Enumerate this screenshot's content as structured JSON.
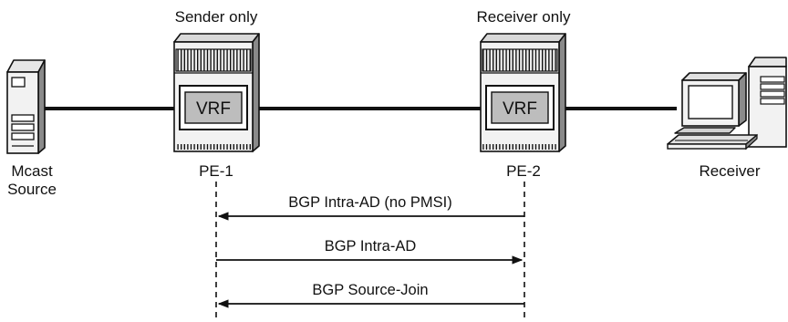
{
  "nodes": {
    "source": {
      "line1": "Mcast",
      "line2": "Source"
    },
    "pe1": {
      "role": "Sender only",
      "vrf": "VRF",
      "name": "PE-1"
    },
    "pe2": {
      "role": "Receiver only",
      "vrf": "VRF",
      "name": "PE-2"
    },
    "receiver": {
      "name": "Receiver"
    }
  },
  "messages": [
    {
      "label": "BGP Intra-AD (no PMSI)",
      "direction": "PE-2 to PE-1"
    },
    {
      "label": "BGP Intra-AD",
      "direction": "PE-1 to PE-2"
    },
    {
      "label": "BGP Source-Join",
      "direction": "PE-2 to PE-1"
    }
  ]
}
